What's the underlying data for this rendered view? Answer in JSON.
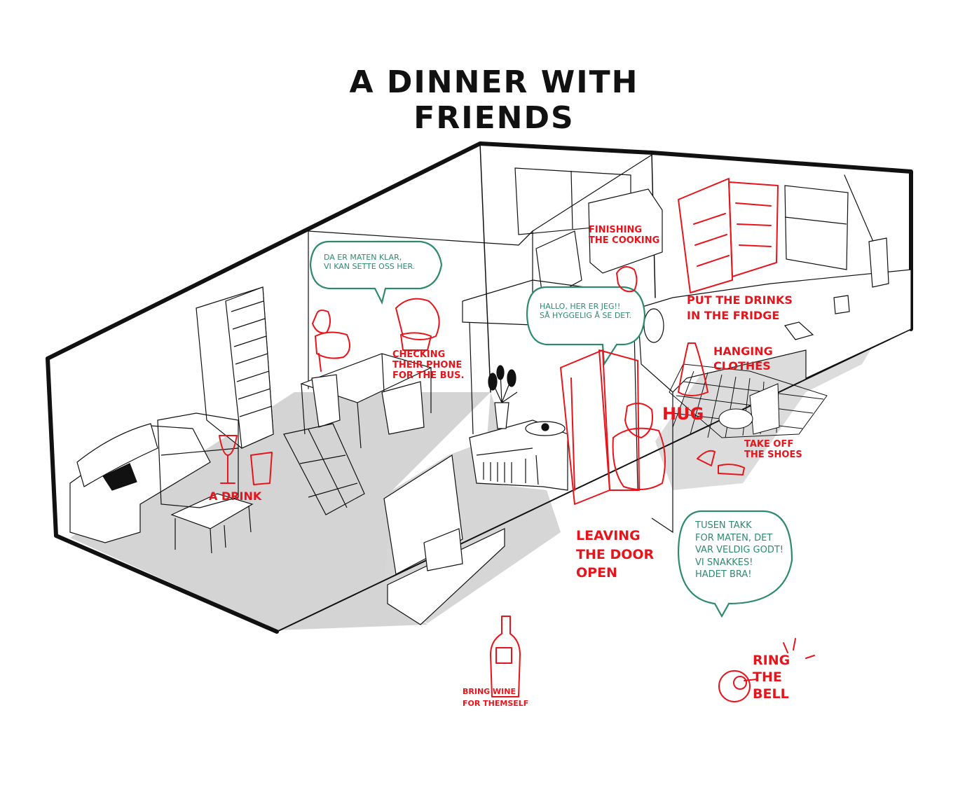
{
  "title": "A DINNER WITH FRIENDS",
  "colors": {
    "ink": "#111111",
    "floor": "#d6d6d6",
    "annotation_red": "#e8141c",
    "speech_green": "#2e8a6e"
  },
  "speech_bubbles": {
    "dinner_ready": [
      "DA ER MATEN KLAR,",
      "VI KAN SETTE OSS HER."
    ],
    "hello": [
      "HALLO, HER ER JEG!!",
      "SÅ HYGGELIG Å SE DET."
    ],
    "goodbye": [
      "TUSEN TAKK",
      "FOR MATEN, DET",
      "VAR VELDIG GODT!",
      "VI SNAKKES!",
      "HADET BRA!"
    ]
  },
  "annotations": {
    "finishing_cooking": [
      "FINISHING",
      "THE COOKING"
    ],
    "drinks_fridge": [
      "PUT THE DRINKS",
      "IN THE FRIDGE"
    ],
    "hanging_clothes": [
      "HANGING",
      "CLOTHES"
    ],
    "hug": "HUG",
    "take_off_shoes": [
      "TAKE OFF",
      "THE SHOES"
    ],
    "leaving_door": [
      "LEAVING",
      "THE DOOR",
      "OPEN"
    ],
    "checking_phone": [
      "CHECKING",
      "THEIR PHONE",
      "FOR THE BUS."
    ],
    "drink": "A DRINK",
    "bring_wine": [
      "BRING WINE",
      "FOR THEMSELF"
    ],
    "ring_bell": [
      "RING",
      "THE",
      "BELL"
    ]
  }
}
